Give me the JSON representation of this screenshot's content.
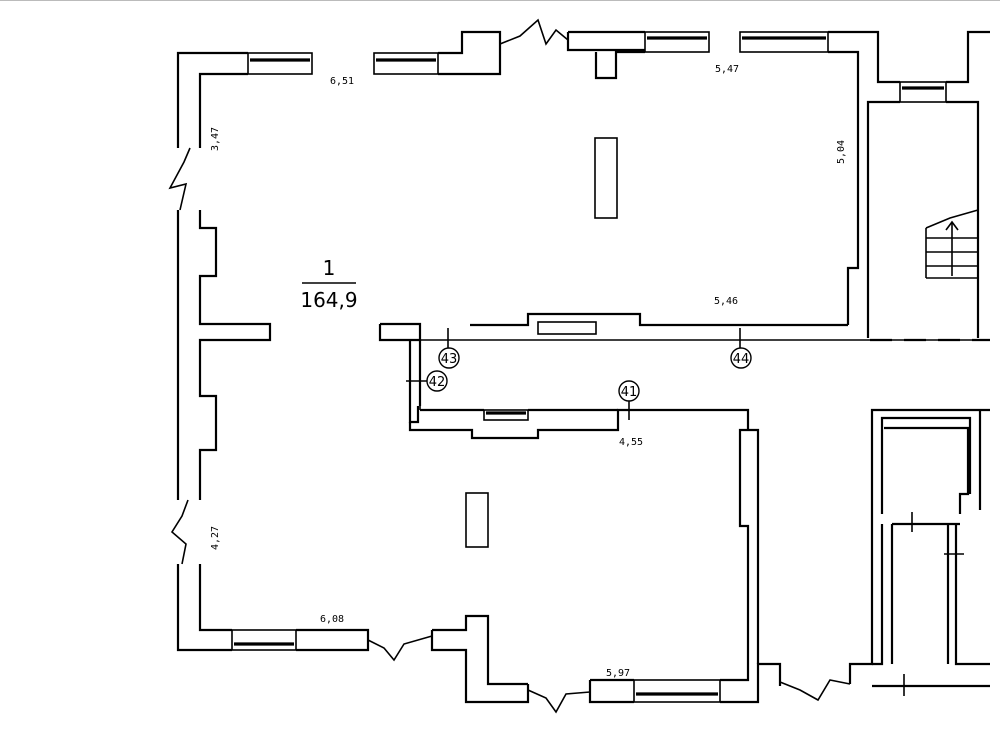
{
  "room": {
    "number": "1",
    "area": "164,9"
  },
  "dimensions": {
    "top_left": "6,51",
    "top_right": "5,47",
    "left_upper": "3,47",
    "right_upper": "5,04",
    "mid_right": "5,46",
    "lower_mid": "4,55",
    "left_lower": "4,27",
    "bottom_left": "6,08",
    "bottom_right": "5,97"
  },
  "markers": {
    "m41": "41",
    "m42": "42",
    "m43": "43",
    "m44": "44"
  }
}
